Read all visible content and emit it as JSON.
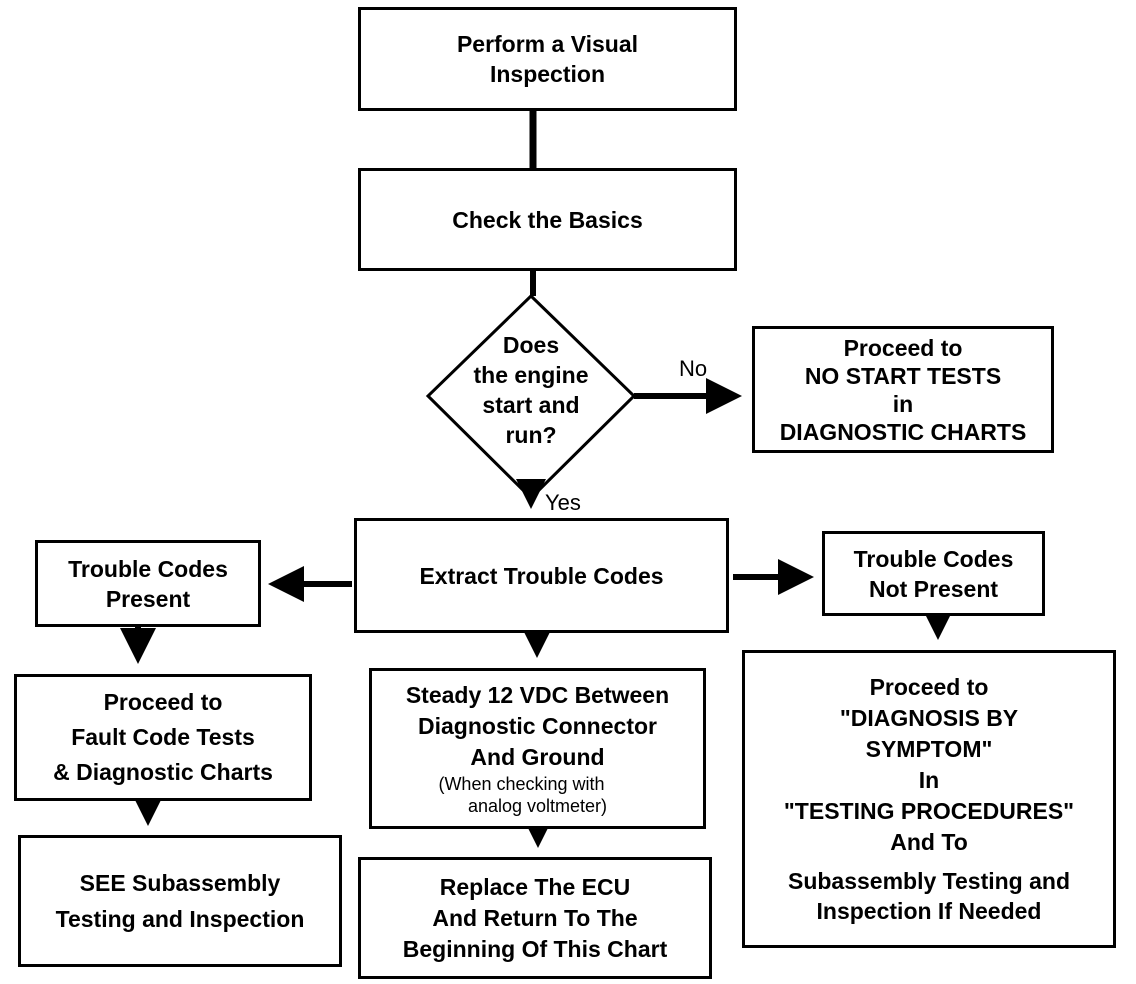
{
  "nodes": {
    "visual_inspection": [
      "Perform a Visual",
      "Inspection"
    ],
    "check_basics": [
      "Check the Basics"
    ],
    "decision": [
      "Does",
      "the engine",
      "start and",
      "run?"
    ],
    "no_start": [
      "Proceed to",
      "NO START TESTS",
      "in",
      "DIAGNOSTIC CHARTS"
    ],
    "extract_codes": [
      "Extract Trouble Codes"
    ],
    "codes_present": [
      "Trouble Codes",
      "Present"
    ],
    "codes_not_present": [
      "Trouble Codes",
      "Not Present"
    ],
    "fault_code_tests": [
      "Proceed to",
      "Fault Code Tests",
      "& Diagnostic Charts"
    ],
    "see_subassembly": [
      "SEE Subassembly",
      "Testing and Inspection"
    ],
    "steady_vdc": [
      "Steady 12 VDC Between",
      "Diagnostic Connector",
      "And Ground"
    ],
    "steady_vdc_note": [
      "(When checking with",
      "analog voltmeter)"
    ],
    "replace_ecu": [
      "Replace The ECU",
      "And Return To The",
      "Beginning Of This Chart"
    ],
    "diagnosis_by_symptom": [
      "Proceed  to",
      "\"DIAGNOSIS BY",
      "SYMPTOM\"",
      "In",
      "\"TESTING PROCEDURES\"",
      "And  To",
      "Subassembly Testing and",
      "Inspection If Needed"
    ]
  },
  "edge_labels": {
    "no": "No",
    "yes": "Yes"
  }
}
